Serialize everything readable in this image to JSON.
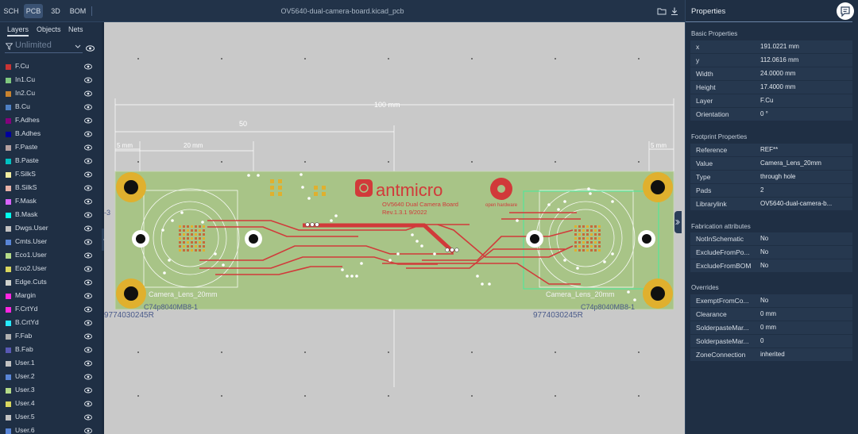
{
  "topbar": {
    "tabs": [
      {
        "label": "SCH",
        "active": false
      },
      {
        "label": "PCB",
        "active": true
      },
      {
        "label": "3D",
        "active": false
      },
      {
        "label": "BOM",
        "active": false
      }
    ],
    "filename": "OV5640-dual-camera-board.kicad_pcb"
  },
  "left_panel": {
    "tabs": [
      {
        "label": "Layers",
        "active": true
      },
      {
        "label": "Objects",
        "active": false
      },
      {
        "label": "Nets",
        "active": false
      }
    ],
    "filter_placeholder": "Unlimited",
    "layers": [
      {
        "name": "F.Cu",
        "color": "#c83434"
      },
      {
        "name": "In1.Cu",
        "color": "#7fc87f"
      },
      {
        "name": "In2.Cu",
        "color": "#c8822e"
      },
      {
        "name": "B.Cu",
        "color": "#4d7fc4"
      },
      {
        "name": "F.Adhes",
        "color": "#84007c"
      },
      {
        "name": "B.Adhes",
        "color": "#00009c"
      },
      {
        "name": "F.Paste",
        "color": "#b4a0a0"
      },
      {
        "name": "B.Paste",
        "color": "#00c2c2"
      },
      {
        "name": "F.SilkS",
        "color": "#f2eda1"
      },
      {
        "name": "B.SilkS",
        "color": "#e8b2a7"
      },
      {
        "name": "F.Mask",
        "color": "#d864ff"
      },
      {
        "name": "B.Mask",
        "color": "#02ffee"
      },
      {
        "name": "Dwgs.User",
        "color": "#c2c2c2"
      },
      {
        "name": "Cmts.User",
        "color": "#5985d6"
      },
      {
        "name": "Eco1.User",
        "color": "#b4db88"
      },
      {
        "name": "Eco2.User",
        "color": "#d9d65e"
      },
      {
        "name": "Edge.Cuts",
        "color": "#d0d2cd"
      },
      {
        "name": "Margin",
        "color": "#ff26e2"
      },
      {
        "name": "F.CrtYd",
        "color": "#ff26e2"
      },
      {
        "name": "B.CrtYd",
        "color": "#26e9ff"
      },
      {
        "name": "F.Fab",
        "color": "#afafaf"
      },
      {
        "name": "B.Fab",
        "color": "#5858b4"
      },
      {
        "name": "User.1",
        "color": "#c2c2c2"
      },
      {
        "name": "User.2",
        "color": "#5985d6"
      },
      {
        "name": "User.3",
        "color": "#b4db88"
      },
      {
        "name": "User.4",
        "color": "#d9d65e"
      },
      {
        "name": "User.5",
        "color": "#c2c2c2"
      },
      {
        "name": "User.6",
        "color": "#5985d6"
      }
    ]
  },
  "board": {
    "dim_total": "100 mm",
    "dim_half": "50",
    "dim_left": "5 mm",
    "dim_left2": "20 mm",
    "dim_right": "5 mm",
    "logo_text": "antmicro",
    "board_name": "OV5640 Dual Camera Board",
    "board_rev": "Rev.1.3.1  9/2022",
    "oshw_text": "open hardware",
    "silk_left_ref": "Camera_Lens_20mm",
    "silk_right_ref": "Camera_Lens_20mm",
    "silk_back_left": "9774030245R",
    "silk_back_right": "9774030245R",
    "silk_back_mid_left": "C74p8040MB8-1",
    "silk_back_mid_right": "C74p8040MB8-1",
    "silk_marker": "-3",
    "colors": {
      "board": "#a8c487",
      "pad_gold": "#e0b02e",
      "track": "#d13a3a",
      "canvas": "#c9c9c9"
    }
  },
  "properties": {
    "title": "Properties",
    "basic_title": "Basic Properties",
    "basic": [
      {
        "key": "x",
        "value": "191.0221 mm"
      },
      {
        "key": "y",
        "value": "112.0616 mm"
      },
      {
        "key": "Width",
        "value": "24.0000 mm"
      },
      {
        "key": "Height",
        "value": "17.4000 mm"
      },
      {
        "key": "Layer",
        "value": "F.Cu"
      },
      {
        "key": "Orientation",
        "value": "0 °"
      }
    ],
    "footprint_title": "Footprint Properties",
    "footprint": [
      {
        "key": "Reference",
        "value": "REF**"
      },
      {
        "key": "Value",
        "value": "Camera_Lens_20mm"
      },
      {
        "key": "Type",
        "value": "through hole"
      },
      {
        "key": "Pads",
        "value": "2"
      },
      {
        "key": "Librarylink",
        "value": "OV5640-dual-camera-b..."
      }
    ],
    "fab_title": "Fabrication attributes",
    "fab": [
      {
        "key": "NotInSchematic",
        "value": "No"
      },
      {
        "key": "ExcludeFromPo...",
        "value": "No"
      },
      {
        "key": "ExcludeFromBOM",
        "value": "No"
      }
    ],
    "overrides_title": "Overrides",
    "overrides": [
      {
        "key": "ExemptFromCo...",
        "value": "No"
      },
      {
        "key": "Clearance",
        "value": "0 mm"
      },
      {
        "key": "SolderpasteMar...",
        "value": "0 mm"
      },
      {
        "key": "SolderpasteMar...",
        "value": "0"
      },
      {
        "key": "ZoneConnection",
        "value": "inherited"
      }
    ]
  }
}
